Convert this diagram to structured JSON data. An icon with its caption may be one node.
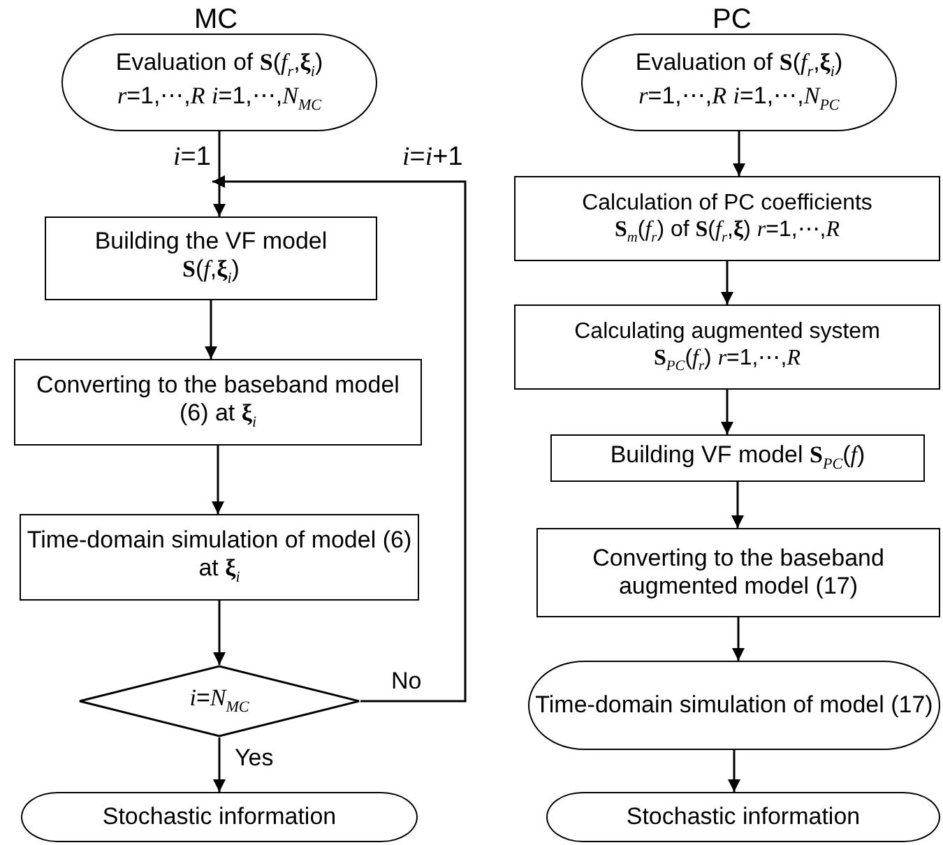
{
  "diagram": {
    "nodes": [
      {
        "text": [
          "Evaluation of **S**(*f*$_{r}$,**ξ**$_{i}$)",
          "*r*=1,⋯,*R*   *i*=1,⋯,*N*$_{MC}$"
        ]
      },
      {
        "text": [
          "Building the VF model",
          "**S**(*f*,**ξ**$_{i}$)"
        ]
      },
      {
        "text": [
          "Converting to the baseband model (6) at **ξ**$_{i}$"
        ]
      },
      {
        "text": [
          "Time-domain simulation of model (6) at **ξ**$_{i}$"
        ]
      },
      {
        "text": [
          "*i*=*N*$_{MC}$"
        ]
      },
      {
        "text": [
          "Stochastic information"
        ]
      },
      {
        "text": [
          "Evaluation of **S**(*f*$_{r}$,**ξ**$_{i}$)",
          "*r*=1,⋯,*R*   *i*=1,⋯,*N*$_{PC}$"
        ]
      },
      {
        "text": [
          "Calculation of PC coefficients",
          "**S**$_{m}$(*f*$_{r}$) of **S**(*f*$_{r}$,**ξ**)  *r*=1,⋯,*R*"
        ]
      },
      {
        "text": [
          "Calculating augmented system",
          "**S**$_{PC}$(*f*$_{r}$)  *r*=1,⋯,*R*"
        ]
      },
      {
        "text": [
          "Building VF model **S**$_{PC}$(*f*)"
        ]
      },
      {
        "text": [
          "Converting to the baseband augmented model (17)"
        ]
      },
      {
        "text": [
          "Time-domain simulation of model (17)"
        ]
      },
      {
        "text": [
          "Stochastic information"
        ]
      }
    ],
    "edges": [
      {
        "from": 0,
        "to": 1,
        "arrow": "to"
      },
      {
        "from": 1,
        "to": 2,
        "arrow": "to"
      },
      {
        "from": 2,
        "to": 3,
        "arrow": "to"
      },
      {
        "from": 3,
        "to": 4,
        "arrow": "to"
      },
      {
        "from": 4,
        "to": 5,
        "arrow": "to",
        "label": "Yes"
      },
      {
        "from": 4,
        "to": 1,
        "arrow": "to",
        "label": "No"
      },
      {
        "from": 6,
        "to": 7,
        "arrow": "to"
      },
      {
        "from": 7,
        "to": 8,
        "arrow": "to"
      },
      {
        "from": 8,
        "to": 9,
        "arrow": "to"
      },
      {
        "from": 9,
        "to": 10,
        "arrow": "to"
      },
      {
        "from": 10,
        "to": 11,
        "arrow": "to"
      },
      {
        "from": 11,
        "to": 12,
        "arrow": "to"
      }
    ],
    "labels": [
      "MC",
      "PC",
      "*i*=1",
      "*i*=*i*+1"
    ]
  }
}
